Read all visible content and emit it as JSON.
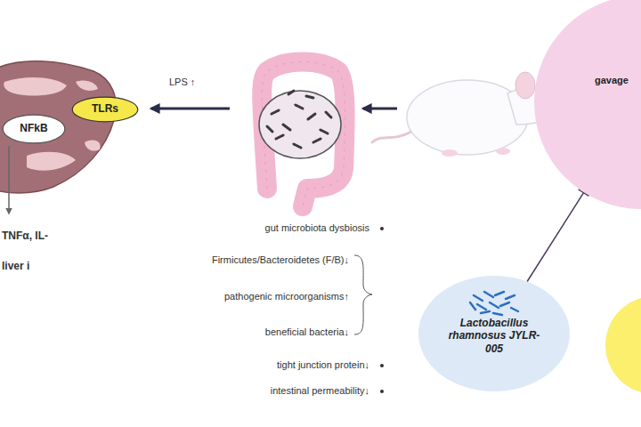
{
  "diagram": {
    "nodes": [
      {
        "text": [
          "TLRs"
        ]
      },
      {
        "text": [
          "NFkB"
        ]
      },
      {
        "text": [
          "gavage"
        ]
      },
      {
        "text": [
          "Lactobacillus rhamnosus JYLR-005"
        ]
      }
    ],
    "edges": [
      {
        "from": 3,
        "to": 2,
        "arrow": "to"
      }
    ],
    "labels": [
      "LPS ↑",
      "gut microbiota dysbiosis",
      "Firmicutes/Bacteroidetes (F/B)↓",
      "pathogenic microorganisms↑",
      "beneficial bacteria↓",
      "tight junction protein↓",
      "intestinal permeability↓",
      "TNFα, IL-",
      "liver i"
    ]
  }
}
